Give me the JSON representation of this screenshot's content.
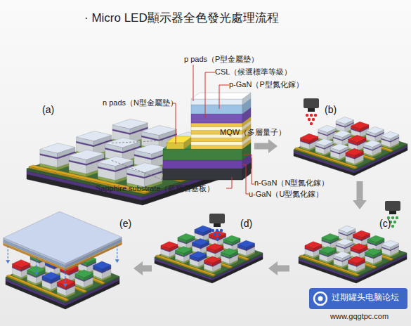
{
  "diagram": {
    "title": "· Micro LED顯示器全色發光處理流程",
    "nodes": [
      {
        "text": [
          "(a)"
        ]
      },
      {
        "text": [
          "(b)"
        ]
      },
      {
        "text": [
          "(c)"
        ]
      },
      {
        "text": [
          "(d)"
        ]
      },
      {
        "text": [
          "(e)"
        ]
      }
    ],
    "edges": [
      {
        "from": 0,
        "to": 1,
        "arrow": "to"
      },
      {
        "from": 1,
        "to": 2,
        "arrow": "to"
      },
      {
        "from": 2,
        "to": 3,
        "arrow": "to"
      },
      {
        "from": 3,
        "to": 4,
        "arrow": "to"
      }
    ],
    "labels": [
      "p pads（P型金屬墊）",
      "CSL（候選標準等級）",
      "p-GaN（P型氮化鎵）",
      "n pads（N型金屬墊）",
      "MQW（多層量子）",
      "Sapphire substrate（藍寶石基板）",
      "n-GaN（N型氮化鎵）",
      "u-GaN（U型氮化鎵）",
      "过期罐头电脑论坛",
      "www.gqgtpc.com"
    ]
  }
}
